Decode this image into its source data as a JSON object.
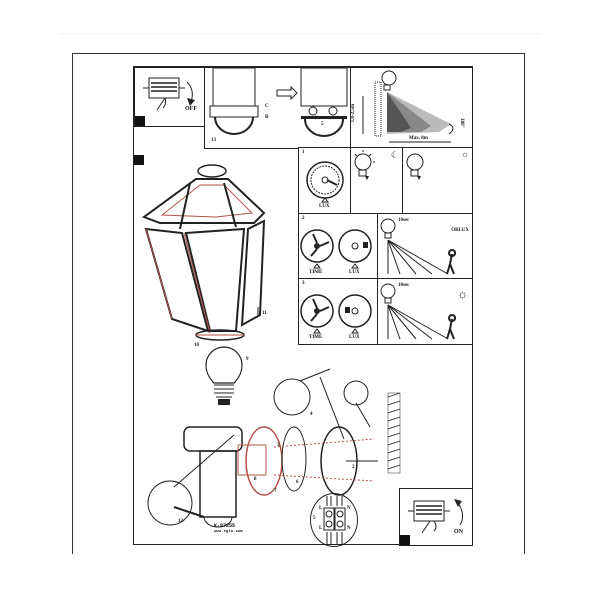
{
  "document": {
    "type": "assembly-instruction-sheet",
    "model_code": "K-97255",
    "website": "www.eglo.com"
  },
  "steps": {
    "switch_off": {
      "label": "OFF",
      "icon": "breaker-switch-off-icon"
    },
    "sensor_cap": {
      "step_number": "13",
      "part_a": "C",
      "part_b": "B",
      "part_c": "5"
    },
    "mounting_height": {
      "height_label": "1,8-2,5m",
      "range_label": "Max. 8m",
      "angle_label": "180°"
    },
    "lux_setting": {
      "step_number": "1",
      "dial_label": "LUX",
      "night_icon": "moon-icon",
      "day_icon": "sun-icon"
    },
    "time_lux_night": {
      "step_number": "2",
      "dial_time_label": "TIME",
      "dial_lux_label": "LUX",
      "lamp_label": "10sec",
      "corner_label": "OBLUX"
    },
    "time_lux_day": {
      "step_number": "3",
      "dial_time_label": "TIME",
      "dial_lux_label": "LUX",
      "lamp_label": "10sec",
      "corner_icon": "sun-icon"
    },
    "lantern": {
      "part_10": "10",
      "part_11": "11"
    },
    "bulb": {
      "part_9": "9",
      "part_10": "10"
    },
    "assembly": {
      "part_2": "2",
      "part_3": "3",
      "part_4": "4",
      "part_5": "5",
      "part_6": "6",
      "part_7": "7",
      "part_8": "8",
      "part_12": "12",
      "part_11": "11"
    },
    "terminal": {
      "part_label": "5",
      "left_top": "L",
      "right_top": "N",
      "left_bottom": "L",
      "right_bottom": "N"
    },
    "switch_on": {
      "label": "ON",
      "icon": "breaker-switch-on-icon"
    }
  },
  "colors": {
    "line": "#222222",
    "accent_red": "#b5534a",
    "marker": "#111111",
    "sensor_gray_dark": "#555555",
    "sensor_gray_mid": "#888888",
    "sensor_gray_light": "#bbbbbb"
  }
}
